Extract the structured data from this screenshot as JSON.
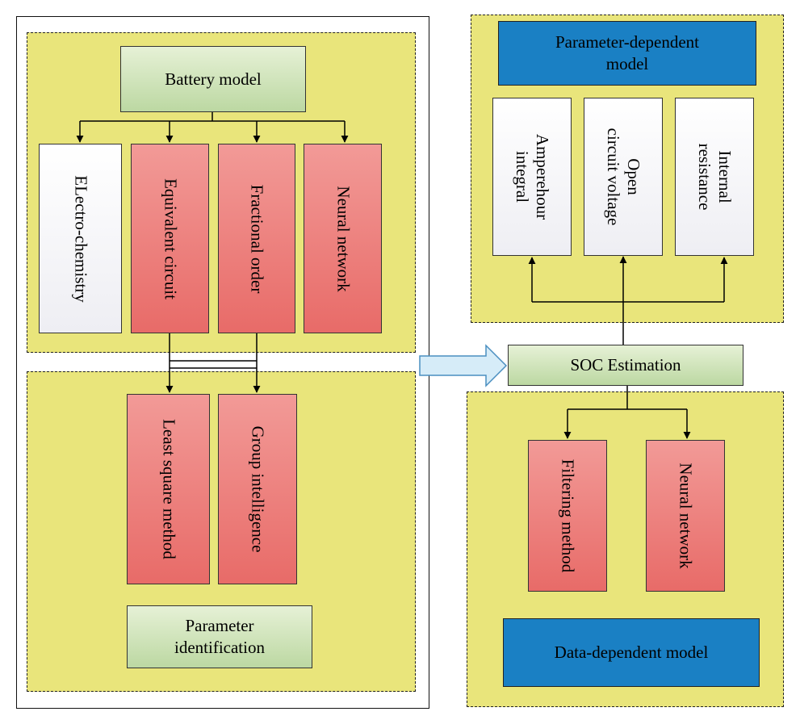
{
  "left": {
    "battery_model": "Battery model",
    "models": [
      "ELectro-chemistry",
      "Equivalent circuit",
      "Fractional order",
      "Neural network"
    ],
    "methods": [
      "Least square method",
      "Group intelligence"
    ],
    "parameter_identification": [
      "Parameter",
      "identification"
    ]
  },
  "soc_estimation": "SOC Estimation",
  "right_top": {
    "title": [
      "Parameter-dependent",
      "model"
    ],
    "items": [
      [
        "Amperehour",
        "integral"
      ],
      [
        "Open",
        "circuit voltage"
      ],
      [
        "Internal",
        "resistance"
      ]
    ]
  },
  "right_bottom": {
    "items": [
      "Filtering method",
      "Neural network"
    ],
    "title": "Data-dependent model"
  },
  "colors": {
    "region_fill": "#e9e57b",
    "red_box": "#ec7f7c",
    "green_box": "#cfe4bb",
    "blue_box": "#1a80c4",
    "arrow_fill": "#d6ecf8"
  }
}
